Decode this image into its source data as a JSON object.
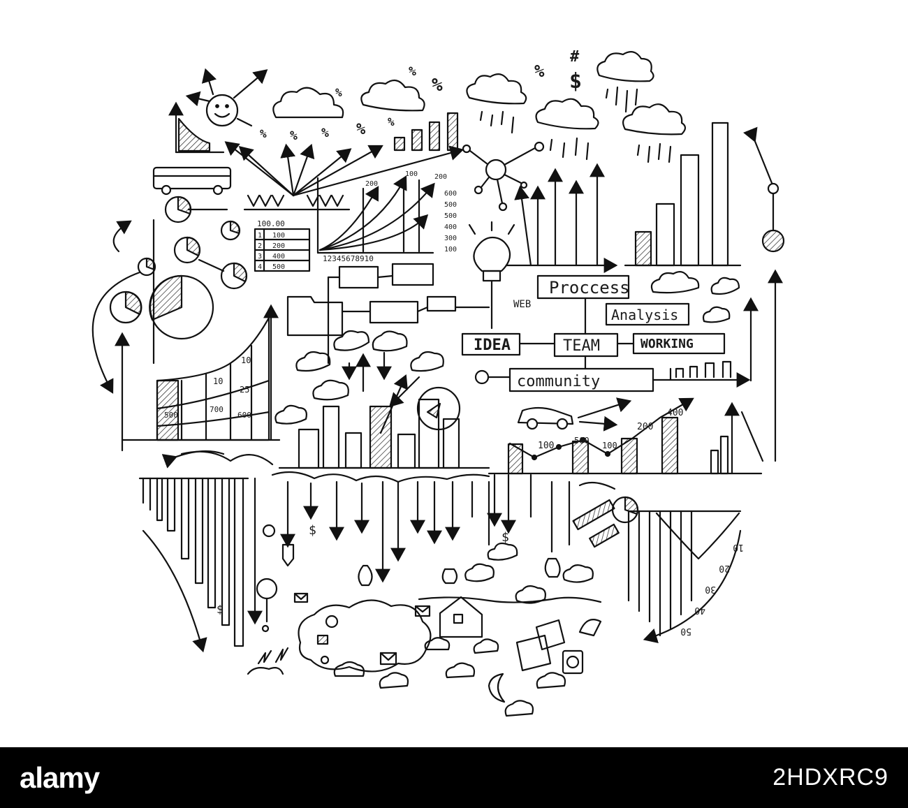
{
  "labels": {
    "process": "Proccess",
    "analysis": "Analysis",
    "idea": "IDEA",
    "team": "TEAM",
    "working": "WORKING",
    "community": "community",
    "web": "WEB"
  },
  "symbols": {
    "percent": "%",
    "hash": "#",
    "dollar": "$"
  },
  "table": {
    "header": "100.00",
    "rows": [
      {
        "n": "1",
        "v": "100"
      },
      {
        "n": "2",
        "v": "200"
      },
      {
        "n": "3",
        "v": "400"
      },
      {
        "n": "4",
        "v": "500"
      }
    ]
  },
  "line_chart": {
    "axis": "12345678910",
    "peaks": [
      "200",
      "100",
      "200"
    ],
    "scale": [
      "600",
      "500",
      "500",
      "400",
      "300",
      "100"
    ]
  },
  "area_chart": {
    "values": [
      "10",
      "10",
      "25",
      "500",
      "700",
      "600"
    ]
  },
  "lower_chart": {
    "values": [
      "100",
      "500",
      "100",
      "200",
      "400"
    ]
  },
  "inverted_chart": {
    "values": [
      "10",
      "20",
      "30",
      "40",
      "50"
    ]
  },
  "footer": {
    "logo": "alamy",
    "image_id": "2HDXRC9"
  }
}
